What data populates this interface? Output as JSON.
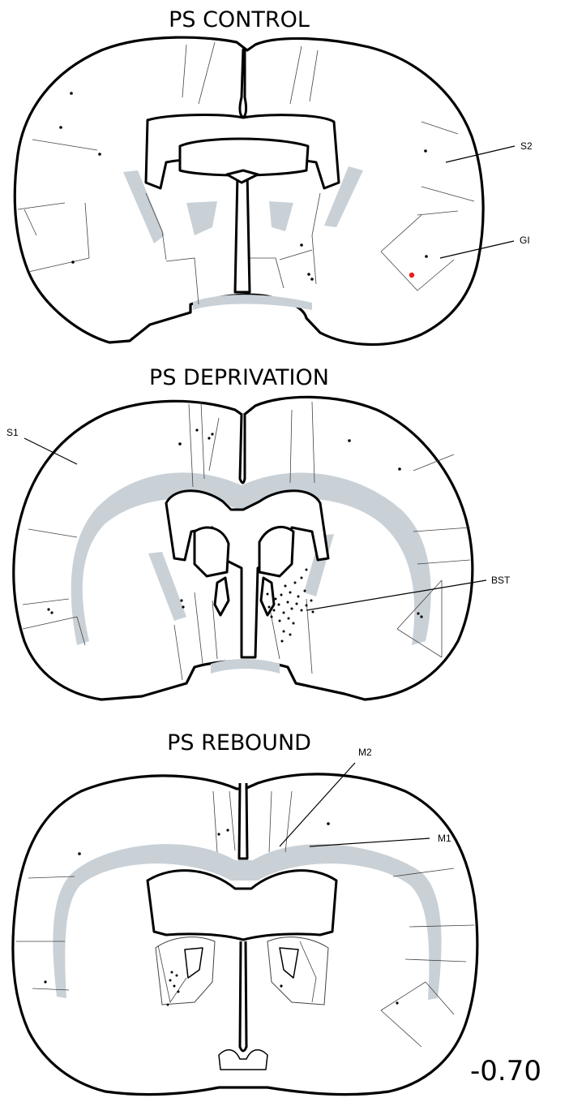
{
  "panels": [
    {
      "id": "control",
      "title": "PS CONTROL",
      "labels": {
        "s2": "S2",
        "gi": "GI"
      }
    },
    {
      "id": "deprivation",
      "title": "PS DEPRIVATION",
      "labels": {
        "s1": "S1",
        "bst": "BST"
      }
    },
    {
      "id": "rebound",
      "title": "PS REBOUND",
      "labels": {
        "m2": "M2",
        "m1": "M1"
      }
    }
  ],
  "bregma": "-0.70",
  "colors": {
    "outline": "#000000",
    "white_matter": "#c9d1d7",
    "marker": "#000000",
    "highlight_marker": "#ee1c1c"
  }
}
